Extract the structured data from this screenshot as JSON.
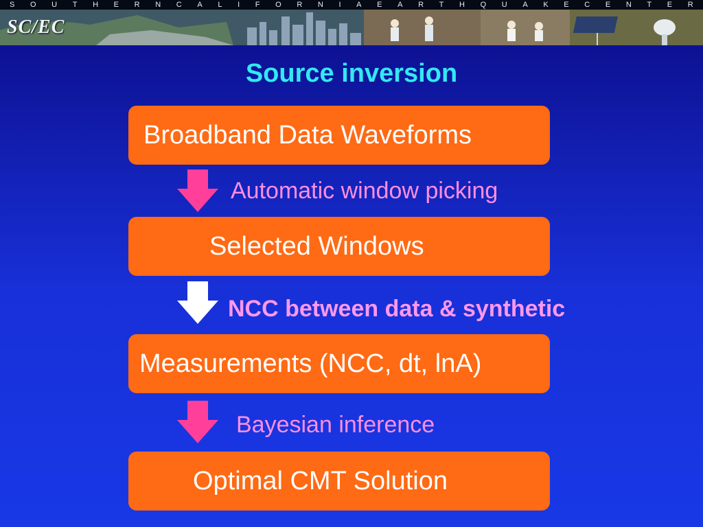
{
  "banner": {
    "header_letters": [
      "S",
      "O",
      "U",
      "T",
      "H",
      "E",
      "R",
      "N",
      "C",
      "A",
      "L",
      "I",
      "F",
      "O",
      "R",
      "N",
      "I",
      "A",
      "E",
      "A",
      "R",
      "T",
      "H",
      "Q",
      "U",
      "A",
      "K",
      "E",
      "C",
      "E",
      "N",
      "T",
      "E",
      "R"
    ],
    "logo_text": "SC/EC"
  },
  "slide": {
    "title": "Source inversion",
    "boxes": [
      {
        "label": "Broadband Data Waveforms"
      },
      {
        "label": "Selected Windows"
      },
      {
        "label": "Measurements (NCC, dt, lnA)"
      },
      {
        "label": "Optimal CMT Solution"
      }
    ],
    "steps": [
      {
        "label": "Automatic window picking",
        "arrow_color": "#ff3f9a"
      },
      {
        "label": "NCC between data & synthetic",
        "arrow_color": "#ffffff"
      },
      {
        "label": "Bayesian inference",
        "arrow_color": "#ff3f9a"
      }
    ]
  },
  "colors": {
    "box_fill": "#ff6a14",
    "title": "#34e8f4",
    "step_text": "#ff8ee0",
    "background_top": "#0b0c86",
    "background_bottom": "#1838e6"
  }
}
